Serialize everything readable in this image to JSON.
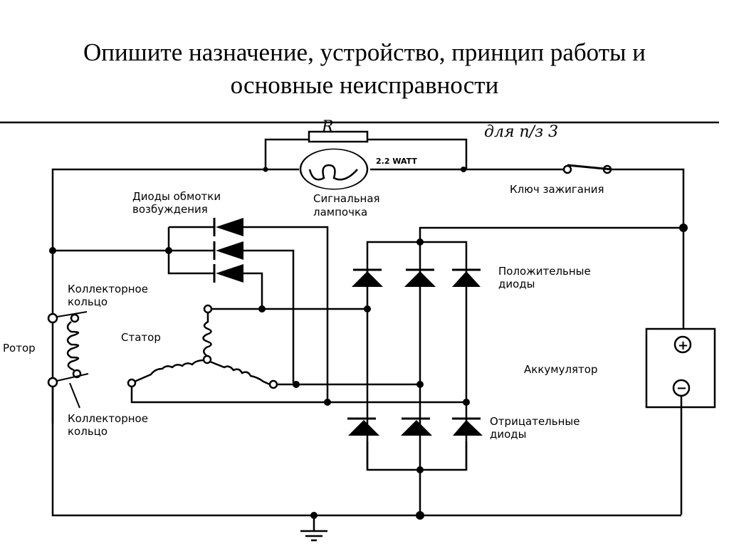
{
  "slide": {
    "title_line1": "Опишите назначение, устройство, принцип работы и",
    "title_line2": "основные неисправности"
  },
  "diagram": {
    "handwritten_resistor_label": "R",
    "handwritten_note": "для п/з 3",
    "lamp_rating": "2.2 WATT",
    "lamp_label_line1": "Сигнальная",
    "lamp_label_line2": "лампочка",
    "ignition_key_label": "Ключ зажигания",
    "field_diodes_label_line1": "Диоды обмотки",
    "field_diodes_label_line2": "возбуждения",
    "positive_diodes_label_line1": "Положительные",
    "positive_diodes_label_line2": "диоды",
    "negative_diodes_label_line1": "Отрицательные",
    "negative_diodes_label_line2": "диоды",
    "slip_ring_top_line1": "Коллекторное",
    "slip_ring_top_line2": "кольцо",
    "slip_ring_bottom_line1": "Коллекторное",
    "slip_ring_bottom_line2": "кольцо",
    "rotor_label": "Ротор",
    "stator_label": "Статор",
    "battery_label": "Аккумулятор",
    "battery_plus": "+",
    "battery_minus": "−"
  }
}
